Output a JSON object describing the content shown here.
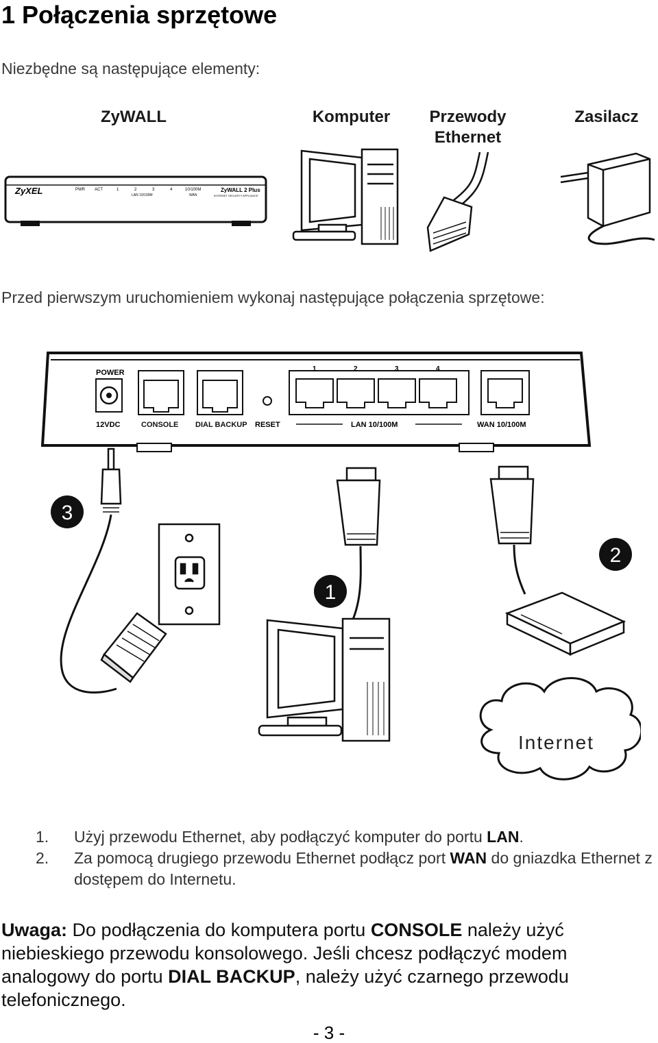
{
  "page": {
    "title": "1 Połączenia sprzętowe",
    "intro": "Niezbędne są następujące elementy:",
    "items": [
      {
        "label_line1": "ZyWALL",
        "label_line2": ""
      },
      {
        "label_line1": "Komputer",
        "label_line2": ""
      },
      {
        "label_line1": "Przewody",
        "label_line2": "Ethernet"
      },
      {
        "label_line1": "Zasilacz",
        "label_line2": ""
      }
    ],
    "before_text": "Przed pierwszym uruchomieniem wykonaj następujące połączenia sprzętowe:",
    "page_number": "- 3 -"
  },
  "product_image": {
    "brand": "ZyXEL",
    "model": "ZyWALL 2 Plus",
    "subtitle": "INTERNET SECURITY APPLIANCE",
    "leds": [
      "PWR",
      "ACT",
      "1",
      "2",
      "3",
      "4",
      "10/100M"
    ],
    "led_group_lan": "LAN 10/100M",
    "led_group_wan": "WAN"
  },
  "diagram": {
    "ports": {
      "power_top": "POWER",
      "power": "12VDC",
      "console": "CONSOLE",
      "dial_backup": "DIAL BACKUP",
      "reset": "RESET",
      "lan": "LAN 10/100M",
      "lan_numbers": [
        "1",
        "2",
        "3",
        "4"
      ],
      "wan": "WAN 10/100M"
    },
    "badges": [
      "1",
      "2",
      "3"
    ],
    "cloud_label": "Internet"
  },
  "steps": [
    {
      "num": "1.",
      "before": "Użyj przewodu Ethernet, aby podłączyć komputer do portu ",
      "bold": "LAN",
      "after": "."
    },
    {
      "num": "2.",
      "before": "Za pomocą drugiego przewodu Ethernet podłącz port ",
      "bold": "WAN",
      "after": " do gniazdka Ethernet z dostępem do Internetu."
    }
  ],
  "note": {
    "prefix": "Uwaga:",
    "t1": " Do podłączenia do komputera portu ",
    "b1": "CONSOLE",
    "t2": " należy użyć niebieskiego przewodu konsolowego. Jeśli chcesz podłączyć modem analogowy do portu ",
    "b2": "DIAL BACKUP",
    "t3": ", należy użyć czarnego przewodu telefonicznego."
  }
}
